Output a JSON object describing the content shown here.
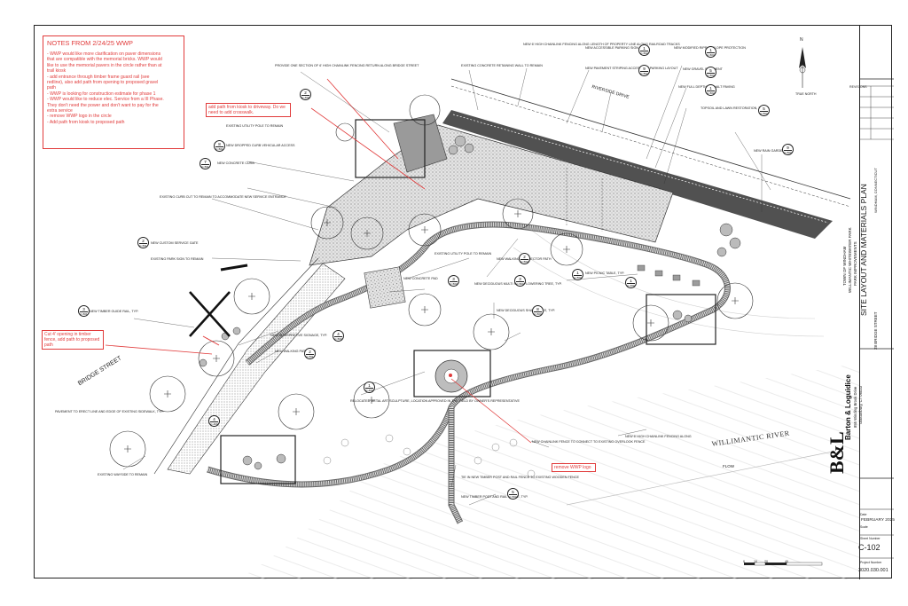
{
  "notes": {
    "title": "NOTES FROM 2/24/25 WWP",
    "lines": [
      "- WWP would like more clarification on paver dimensions",
      "that are compatible with the memorial bricks.  WWP would",
      "like to use the memorial pavers in the circle rather than at",
      "trail kiosk",
      "- add entrance through timber frame guard rail (see",
      "redline), also add path from opening to proposed gravel",
      "path",
      "- WWP is looking for construction estimate for phase 1",
      "- WWP would like to reduce elec. Service from a III Phase.",
      " They don't need the power and don't want to pay for the",
      "extra service",
      "- remove WWP logo in the circle",
      "- Add path from kiosk to proposed path"
    ]
  },
  "redlines": {
    "kiosk_path": "add path from kiosk to driveway. Do we need to add crosswalk.",
    "fence_opening": "Cut 4' opening in timber fence, add path to proposed path",
    "remove_logo": "remove WWP logo"
  },
  "callouts": [
    "PROVIDE ONE SECTION OF 6' HIGH CHAINLINK FENCING RETURN ALONG BRIDGE STREET",
    "EXISTING CONCRETE RETAINING WALL TO REMAIN",
    "NEW 6' HIGH CHAINLINK FENCING ALONG LENGTH OF PROPERTY LINE ALONG RAILROAD TRACKS",
    "NEW ACCESSIBLE PARKING SIGN",
    "NEW PAVEMENT STRIPING ACCESSIBLE PARKING LAYOUT",
    "NEW MODIFIED RIPRAP SLOPE PROTECTION",
    "NEW GRAVEL PAVEMENT",
    "NEW FULL DEPTH ASPHALT PAVING",
    "TOPSOIL AND LAWN RESTORATION, TYP.",
    "NEW RAIN GARDEN",
    "EXISTING UTILITY POLE TO REMAIN",
    "NEW DROPPED CURB VEHICULAR ACCESS",
    "NEW CONCRETE CURB",
    "EXISTING CURB CUT TO REMAIN TO ACCOMMODATE NEW SERVICE ENTRANCE",
    "NEW CUSTOM SERVICE GATE",
    "EXISTING PARK SIGN TO REMAIN",
    "EXISTING UTILITY POLE TO REMAIN",
    "NEW CONCRETE PAD",
    "NEW WALKING CONNECTOR PATH",
    "NEW DECIDUOUS MULTI STEM FLOWERING TREE, TYP.",
    "NEW PICNIC TABLE, TYP.",
    "NEW DECIDUOUS SHADE TREE, TYP.",
    "NEW TIMBER GUIDE RAIL, TYP.",
    "NEW INTERPRETIVE SIGNAGE, TYP.",
    "NEW WALKING PATH, TYP.",
    "RELOCATED METAL ART SCULPTURE, LOCATION APPROVED IN THE FIELD BY OWNER'S REPRESENTATIVE",
    "NEW CHAINLINK FENCE TO CONNECT TO EXISTING OVERLOOK FENCE",
    "NEW 6' HIGH CHAINLINK FENCING ALONG",
    "TIE IN NEW TIMBER POST AND RAIL FENCE TO EXISTING WOODEN FENCE",
    "NEW TIMBER POST AND RAIL FENCE, TYP.",
    "EXISTING WAYSIDE TO REMAIN",
    "PAVEMENT TO ERECT LINE AND EDGE OF EXISTING SIDEWALK, TYP."
  ],
  "detail_refs": [
    {
      "num": "1",
      "sheet": "C-502"
    },
    {
      "num": "9",
      "sheet": "C-502"
    },
    {
      "num": "1",
      "sheet": "C-503"
    },
    {
      "num": "5",
      "sheet": "C-503"
    },
    {
      "num": "1",
      "sheet": "C-502"
    },
    {
      "num": "5",
      "sheet": "C-503"
    },
    {
      "num": "9",
      "sheet": "C-503"
    },
    {
      "num": "2",
      "sheet": "C-400"
    },
    {
      "num": "8",
      "sheet": "C-501"
    },
    {
      "num": "7",
      "sheet": "C-501"
    },
    {
      "num": "2",
      "sheet": "C-501"
    },
    {
      "num": "3",
      "sheet": "C-503"
    },
    {
      "num": "2",
      "sheet": "C-503"
    },
    {
      "num": "3",
      "sheet": "C-503"
    },
    {
      "num": "8",
      "sheet": "C-503"
    },
    {
      "num": "1",
      "sheet": "C-503"
    },
    {
      "num": "1",
      "sheet": "C-400"
    },
    {
      "num": "3",
      "sheet": "C-501"
    },
    {
      "num": "4",
      "sheet": "C-503"
    },
    {
      "num": "2",
      "sheet": "C-501"
    },
    {
      "num": "1",
      "sheet": "C-400"
    },
    {
      "num": "4",
      "sheet": "C-400"
    },
    {
      "num": "5",
      "sheet": "C-503"
    }
  ],
  "place_labels": {
    "bridge_street": "BRIDGE STREET",
    "riverside_drive": "RIVERSIDE DRIVE",
    "river": "WILLIMANTIC RIVER",
    "flow": "FLOW",
    "north": "N",
    "true_north": "TRUE NORTH"
  },
  "title_block": {
    "revisions_header": "REVISIONS",
    "town": "TOWN OF WINDHAM",
    "project": "WILLIMANTIC WHITEWATER PARK",
    "project_sub": "PARK IMPROVEMENTS",
    "sheet_title": "SITE LAYOUT AND MATERIALS PLAN",
    "location": "WINDHAM, CONNECTICUT",
    "address": "28 BRIDGE STREET",
    "firm": "Barton & Loguidice",
    "firm_addr1": "855 Winding Brook Drive",
    "firm_addr2": "Glastonbury, CT 06033",
    "logo": "B&L",
    "date_label": "Date",
    "date": "FEBRUARY 2025",
    "scale_label": "Scale",
    "sheet_number_label": "Sheet Number",
    "sheet_number": "C-102",
    "project_number_label": "Project Number",
    "project_number": "3020.030.001"
  },
  "scale_bar": [
    "0",
    "10",
    "20",
    "40"
  ],
  "colors": {
    "red": "#e13b3b",
    "line": "#222222"
  }
}
